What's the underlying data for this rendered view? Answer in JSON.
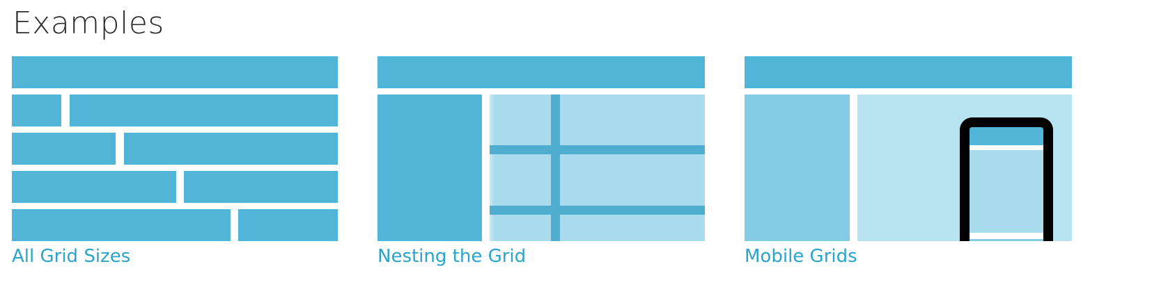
{
  "page": {
    "heading": "Examples"
  },
  "examples": [
    {
      "caption": "All Grid Sizes"
    },
    {
      "caption": "Nesting the Grid"
    },
    {
      "caption": "Mobile Grids"
    }
  ],
  "colors": {
    "primary_blue": "#50b5d7",
    "mid_blue": "#84cce4",
    "light_blue": "#a8dcec",
    "pale_blue": "#b7e2ef",
    "link": "#2aa4cc",
    "phone_frame": "#000000"
  },
  "icons": [
    "phone-icon"
  ]
}
